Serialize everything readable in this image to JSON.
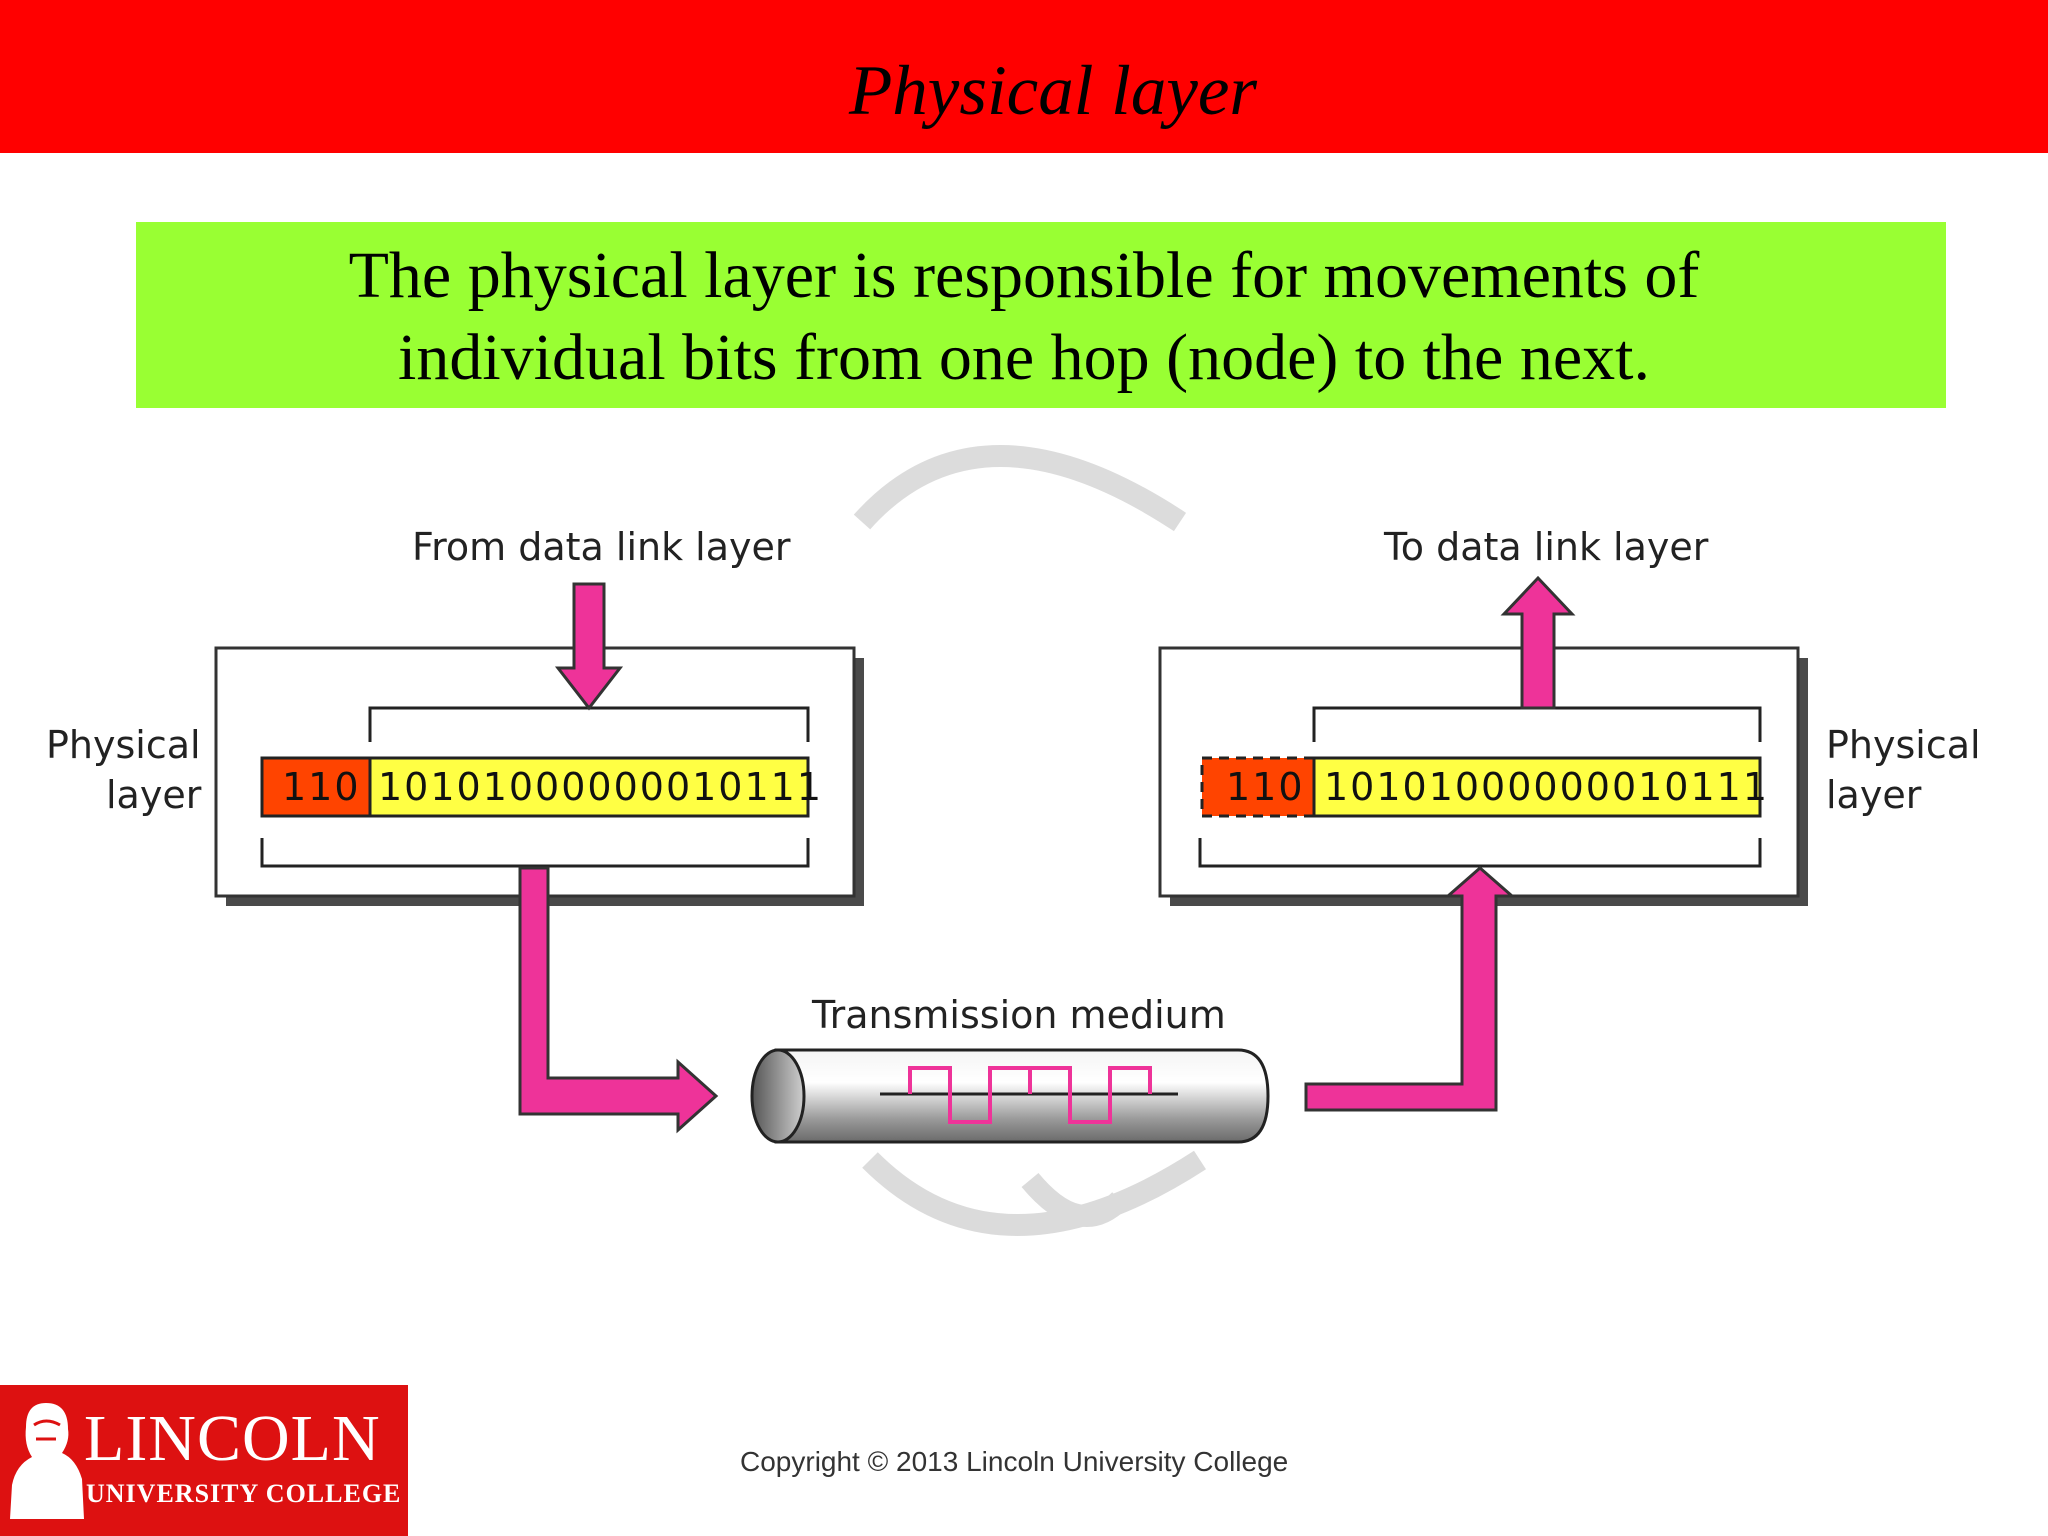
{
  "slide": {
    "title": "Physical layer",
    "description_line1": "The physical layer is responsible for movements of",
    "description_line2": "individual bits from one hop (node) to the next."
  },
  "diagram": {
    "sender": {
      "top_label": "From data link layer",
      "side_label_line1": "Physical",
      "side_label_line2": "layer",
      "header_bits": "110",
      "data_bits": "10101000000010111"
    },
    "receiver": {
      "top_label": "To data link layer",
      "side_label_line1": "Physical",
      "side_label_line2": "layer",
      "header_bits": "110",
      "data_bits": "10101000000010111"
    },
    "medium_label": "Transmission medium",
    "colors": {
      "arrow": "#ee3399",
      "header_block": "#ff4400",
      "data_block": "#ffff44",
      "title_bar": "#ff0000",
      "description_bg": "#99ff33"
    }
  },
  "footer": {
    "logo_main": "LINCOLN",
    "logo_sub": "UNIVERSITY COLLEGE",
    "copyright": "Copyright © 2013 Lincoln University College"
  }
}
